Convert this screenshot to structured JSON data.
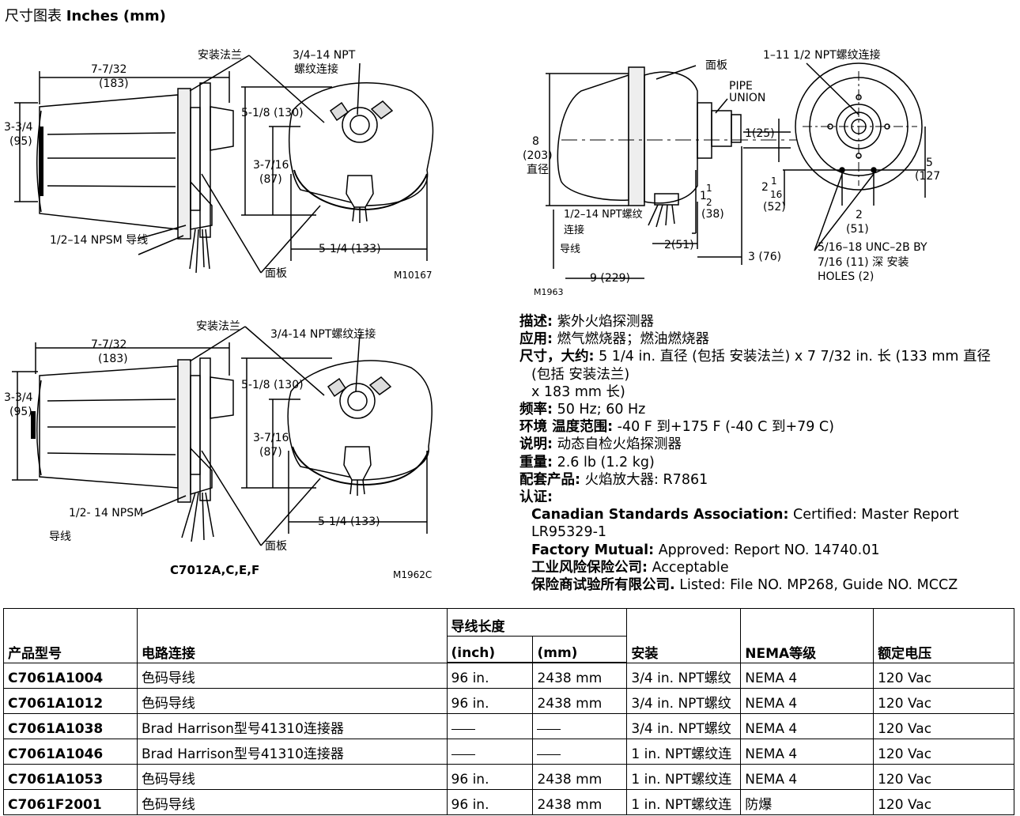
{
  "page": {
    "title_zh": "尺寸图表",
    "title_en": "Inches (mm)"
  },
  "drawing1": {
    "flange": "安装法兰",
    "npt1": "3/4–14 NPT",
    "npt2": "螺纹连接",
    "width_in": "7-7/32",
    "width_mm": "(183)",
    "height_in": "3-3/4",
    "height_mm": "(95)",
    "d1_in": "5-1/8 (130)",
    "d2_in": "3-7/16",
    "d2_mm": "(87)",
    "d3": "5-1/4 (133)",
    "wire": "1/2–14 NPSM 导线",
    "panel": "面板",
    "code": "M10167"
  },
  "drawing2": {
    "panel": "面板",
    "npt_label": "1–11 1/2 NPT螺纹连接",
    "pipe1": "PIPE",
    "pipe2": "UNION",
    "dia_in": "8",
    "dia_mm": "(203)",
    "dia_label": "直径",
    "d25": "1(25)",
    "d_half_a": "1",
    "d_half_b": "1",
    "d_half_c": "2",
    "d_half_mm": "(38)",
    "d52_a": "2",
    "d52_b": "1",
    "d52_c": "16",
    "d52_mm": "(52)",
    "d5": "5",
    "d5_mm": "(127)",
    "d2": "2",
    "d2_mm": "(51)",
    "d251": "2(51)",
    "d376": "3 (76)",
    "d9": "9 (229)",
    "wire1": "1/2–14 NPT螺纹",
    "wire2": "连接",
    "wire3": "导线",
    "holes1": "5/16–18 UNC–2B BY",
    "holes2": "7/16 (11) 深 安装",
    "holes3": "HOLES (2)",
    "code": "M1963"
  },
  "drawing3": {
    "flange": "安装法兰",
    "npt": "3/4-14 NPT螺纹连接",
    "width_in": "7-7/32",
    "width_mm": "(183)",
    "height_in": "3-3/4",
    "height_mm": "(95)",
    "d1": "5-1/8 (130)",
    "d2_in": "3-7/16",
    "d2_mm": "(87)",
    "d3": "5-1/4 (133)",
    "npsm": "1/2- 14 NPSM",
    "wire": "导线",
    "panel": "面板",
    "model": "C7012A,C,E,F",
    "code": "M1962C"
  },
  "specs": {
    "desc_label": "描述:",
    "desc": " 紫外火焰探测器",
    "app_label": "应用:",
    "app": " 燃气燃烧器；燃油燃烧器",
    "size_label": "尺寸，大约:",
    "size1": " 5 1/4 in. 直径 (包括 安装法兰) x 7 7/32 in. 长 (133 mm 直径",
    "size2": "(包括 安装法兰)",
    "size3": "x 183 mm 长)",
    "freq_label": "频率:",
    "freq": " 50 Hz; 60 Hz",
    "temp_label": "环境 温度范围:",
    "temp": " -40 F 到+175 F (-40 C 到+79 C)",
    "note_label": "说明:",
    "note": " 动态自检火焰探测器",
    "weight_label": "重量:",
    "weight": " 2.6 lb (1.2 kg)",
    "match_label": "配套产品:",
    "match": " 火焰放大器: R7861",
    "cert_label": "认证:",
    "csa_label": "Canadian Standards Association:",
    "csa": " Certified: Master Report",
    "csa2": "LR95329-1",
    "fm_label": "Factory Mutual:",
    "fm": " Approved: Report NO. 14740.01",
    "irm_label": "工业风险保险公司:",
    "irm": " Acceptable",
    "ul_label": "保险商试验所有限公司.",
    "ul": " Listed: File NO. MP268, Guide NO. MCCZ"
  },
  "table": {
    "headers": {
      "model": "产品型号",
      "circuit": "电路连接",
      "lead": "导线长度",
      "inch": "(inch)",
      "mm": "(mm)",
      "mount": "安装",
      "nema": "NEMA等级",
      "voltage": "额定电压"
    },
    "rows": [
      {
        "model": "C7061A1004",
        "circuit": "色码导线",
        "inch": "96 in.",
        "mm": "2438 mm",
        "mount": "3/4 in. NPT螺纹",
        "nema": "NEMA 4",
        "voltage": "120 Vac"
      },
      {
        "model": "C7061A1012",
        "circuit": "色码导线",
        "inch": "96 in.",
        "mm": "2438 mm",
        "mount": "3/4 in. NPT螺纹",
        "nema": "NEMA 4",
        "voltage": "120 Vac"
      },
      {
        "model": "C7061A1038",
        "circuit": "Brad Harrison型号41310连接器",
        "inch": "",
        "mm": "",
        "mount": "3/4 in. NPT螺纹",
        "nema": "NEMA 4",
        "voltage": "120 Vac"
      },
      {
        "model": "C7061A1046",
        "circuit": "Brad Harrison型号41310连接器",
        "inch": "",
        "mm": "",
        "mount": "1 in. NPT螺纹连",
        "nema": "NEMA 4",
        "voltage": "120 Vac"
      },
      {
        "model": "C7061A1053",
        "circuit": "色码导线",
        "inch": "96 in.",
        "mm": "2438 mm",
        "mount": "1 in. NPT螺纹连",
        "nema": "NEMA 4",
        "voltage": "120 Vac"
      },
      {
        "model": "C7061F2001",
        "circuit": "色码导线",
        "inch": "96 in.",
        "mm": "2438 mm",
        "mount": "1 in. NPT螺纹连",
        "nema": "防爆",
        "voltage": "120 Vac"
      }
    ]
  }
}
